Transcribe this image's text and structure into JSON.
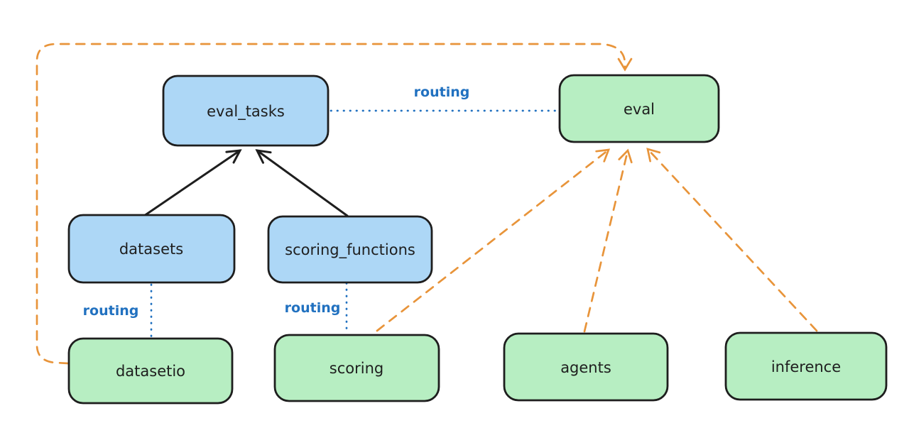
{
  "diagram": {
    "nodes": [
      {
        "id": "eval_tasks",
        "label": "eval_tasks",
        "fill": "#add7f6"
      },
      {
        "id": "eval",
        "label": "eval",
        "fill": "#b7eec2"
      },
      {
        "id": "datasets",
        "label": "datasets",
        "fill": "#add7f6"
      },
      {
        "id": "scoring_functions",
        "label": "scoring_functions",
        "fill": "#add7f6"
      },
      {
        "id": "datasetio",
        "label": "datasetio",
        "fill": "#b7eec2"
      },
      {
        "id": "scoring",
        "label": "scoring",
        "fill": "#b7eec2"
      },
      {
        "id": "agents",
        "label": "agents",
        "fill": "#b7eec2"
      },
      {
        "id": "inference",
        "label": "inference",
        "fill": "#b7eec2"
      }
    ],
    "edges": [
      {
        "from": "datasets",
        "to": "eval_tasks",
        "style": "solid-black-arrow"
      },
      {
        "from": "scoring_functions",
        "to": "eval_tasks",
        "style": "solid-black-arrow"
      },
      {
        "from": "eval_tasks",
        "to": "eval",
        "style": "dotted-blue",
        "label": "routing"
      },
      {
        "from": "datasets",
        "to": "datasetio",
        "style": "dotted-blue",
        "label": "routing"
      },
      {
        "from": "scoring_functions",
        "to": "scoring",
        "style": "dotted-blue",
        "label": "routing"
      },
      {
        "from": "datasetio",
        "to": "eval",
        "style": "dashed-orange-arrow"
      },
      {
        "from": "scoring",
        "to": "eval",
        "style": "dashed-orange-arrow"
      },
      {
        "from": "agents",
        "to": "eval",
        "style": "dashed-orange-arrow"
      },
      {
        "from": "inference",
        "to": "eval",
        "style": "dashed-orange-arrow"
      }
    ],
    "colors": {
      "background": "#ffffff",
      "node_stroke": "#1e1e1e",
      "blue_node_fill": "#add7f6",
      "green_node_fill": "#b7eec2",
      "routing_line": "#2171c0",
      "orange_line": "#e8943a",
      "black_arrow": "#1e1e1e"
    }
  }
}
